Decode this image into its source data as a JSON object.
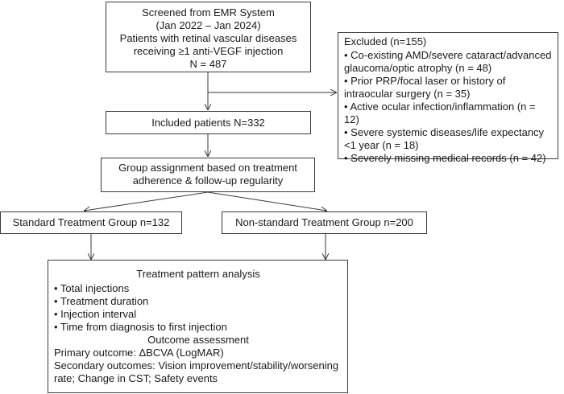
{
  "screened": {
    "lines": [
      "Screened from EMR System",
      "(Jan 2022 – Jan 2024)",
      "Patients with retinal vascular diseases",
      "receiving ≥1 anti-VEGF injection",
      "N = 487"
    ]
  },
  "excluded": {
    "title": "Excluded (n=155)",
    "items": [
      "• Co-existing AMD/severe cataract/advanced glaucoma/optic atrophy (n = 48)",
      "• Prior PRP/focal laser or history of intraocular surgery (n = 35)",
      "• Active ocular infection/inflammation (n = 12)",
      "• Severe systemic diseases/life expectancy <1 year (n = 18)",
      "• Severely missing medical records (n = 42)"
    ]
  },
  "included": {
    "label": "Included patients N=332"
  },
  "assignment": {
    "lines": [
      "Group assignment based on treatment",
      "adherence & follow-up regularity"
    ]
  },
  "standard_group": {
    "label": "Standard Treatment Group n=132"
  },
  "nonstandard_group": {
    "label": "Non-standard Treatment Group n=200"
  },
  "analysis": {
    "title": "Treatment pattern analysis",
    "items": [
      "• Total injections",
      "• Treatment duration",
      "• Injection interval",
      "• Time from diagnosis to first injection"
    ],
    "outcome_title": "Outcome assessment",
    "primary": "Primary outcome: ΔBCVA (LogMAR)",
    "secondary": "Secondary outcomes: Vision improvement/stability/worsening rate; Change in CST; Safety events"
  }
}
